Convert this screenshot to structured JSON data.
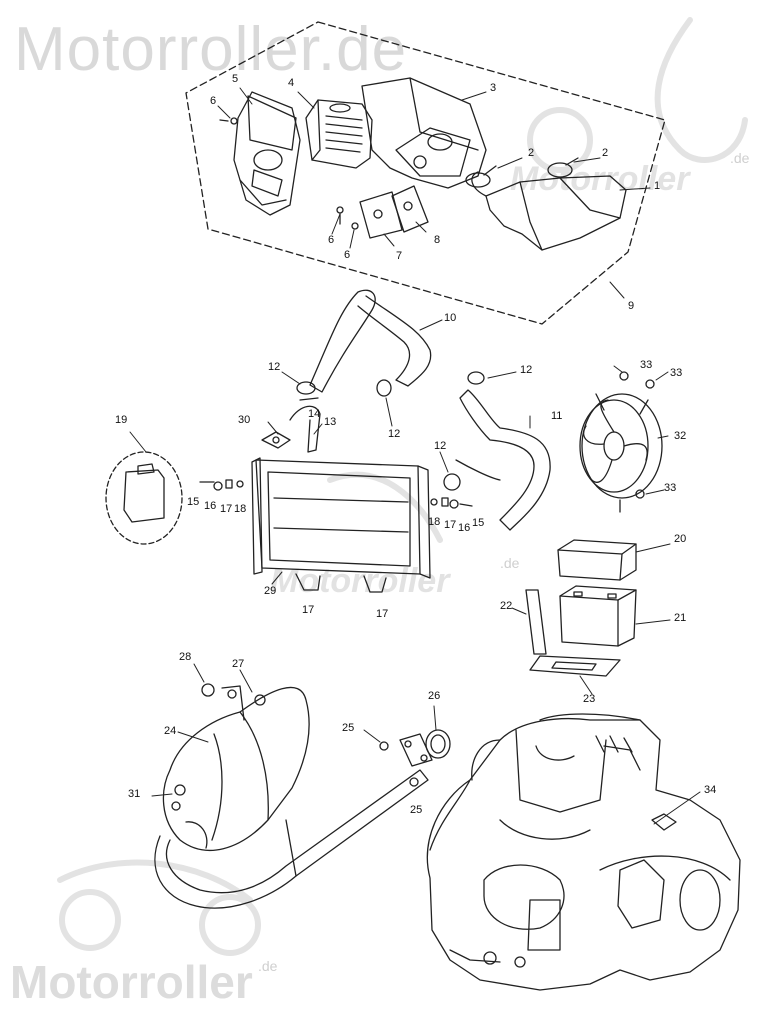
{
  "watermark": {
    "brand": "Motorroller.de",
    "brand_short": "Motorroller",
    "suffix": ".de"
  },
  "callouts": [
    {
      "id": "c1",
      "label": "1"
    },
    {
      "id": "c2a",
      "label": "2"
    },
    {
      "id": "c2b",
      "label": "2"
    },
    {
      "id": "c3",
      "label": "3"
    },
    {
      "id": "c4",
      "label": "4"
    },
    {
      "id": "c5",
      "label": "5"
    },
    {
      "id": "c6a",
      "label": "6"
    },
    {
      "id": "c6b",
      "label": "6"
    },
    {
      "id": "c6c",
      "label": "6"
    },
    {
      "id": "c7",
      "label": "7"
    },
    {
      "id": "c8",
      "label": "8"
    },
    {
      "id": "c9",
      "label": "9"
    },
    {
      "id": "c10",
      "label": "10"
    },
    {
      "id": "c11",
      "label": "11"
    },
    {
      "id": "c12a",
      "label": "12"
    },
    {
      "id": "c12b",
      "label": "12"
    },
    {
      "id": "c12c",
      "label": "12"
    },
    {
      "id": "c12d",
      "label": "12"
    },
    {
      "id": "c13",
      "label": "13"
    },
    {
      "id": "c14",
      "label": "14"
    },
    {
      "id": "c15a",
      "label": "15"
    },
    {
      "id": "c16a",
      "label": "16"
    },
    {
      "id": "c17a",
      "label": "17"
    },
    {
      "id": "c18a",
      "label": "18"
    },
    {
      "id": "c18b",
      "label": "18"
    },
    {
      "id": "c17b",
      "label": "17"
    },
    {
      "id": "c16b",
      "label": "16"
    },
    {
      "id": "c15b",
      "label": "15"
    },
    {
      "id": "c17c",
      "label": "17"
    },
    {
      "id": "c17d",
      "label": "17"
    },
    {
      "id": "c19",
      "label": "19"
    },
    {
      "id": "c20",
      "label": "20"
    },
    {
      "id": "c21",
      "label": "21"
    },
    {
      "id": "c22",
      "label": "22"
    },
    {
      "id": "c23",
      "label": "23"
    },
    {
      "id": "c24",
      "label": "24"
    },
    {
      "id": "c25a",
      "label": "25"
    },
    {
      "id": "c25b",
      "label": "25"
    },
    {
      "id": "c26",
      "label": "26"
    },
    {
      "id": "c27",
      "label": "27"
    },
    {
      "id": "c28",
      "label": "28"
    },
    {
      "id": "c29",
      "label": "29"
    },
    {
      "id": "c30",
      "label": "30"
    },
    {
      "id": "c31",
      "label": "31"
    },
    {
      "id": "c32",
      "label": "32"
    },
    {
      "id": "c33a",
      "label": "33"
    },
    {
      "id": "c33b",
      "label": "33"
    },
    {
      "id": "c33c",
      "label": "33"
    },
    {
      "id": "c34",
      "label": "34"
    }
  ],
  "colors": {
    "line": "#222222",
    "watermark": "#d9d9d9",
    "background": "#ffffff"
  }
}
